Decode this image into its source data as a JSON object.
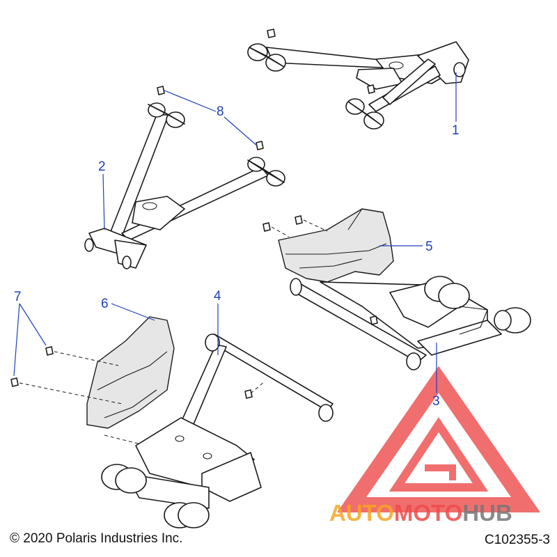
{
  "callouts": [
    {
      "id": "1",
      "label": "1"
    },
    {
      "id": "2",
      "label": "2"
    },
    {
      "id": "3",
      "label": "3"
    },
    {
      "id": "4",
      "label": "4"
    },
    {
      "id": "5",
      "label": "5"
    },
    {
      "id": "6",
      "label": "6"
    },
    {
      "id": "7",
      "label": "7"
    },
    {
      "id": "8",
      "label": "8"
    }
  ],
  "footer": {
    "copyright": "© 2020 Polaris Industries Inc.",
    "figure_code": "C102355-3"
  },
  "watermark": {
    "word_auto": "AUTO",
    "word_moto": "MOTO",
    "word_hub": "HUB",
    "colors": {
      "triangle": "#ee4b4b",
      "auto": "#f5a623",
      "moto": "#ee4b4b",
      "hub": "#777777"
    }
  },
  "colors": {
    "callout": "#1f3fb8",
    "line_art": "#1a1a1a",
    "shading": "#e6e6e6"
  }
}
